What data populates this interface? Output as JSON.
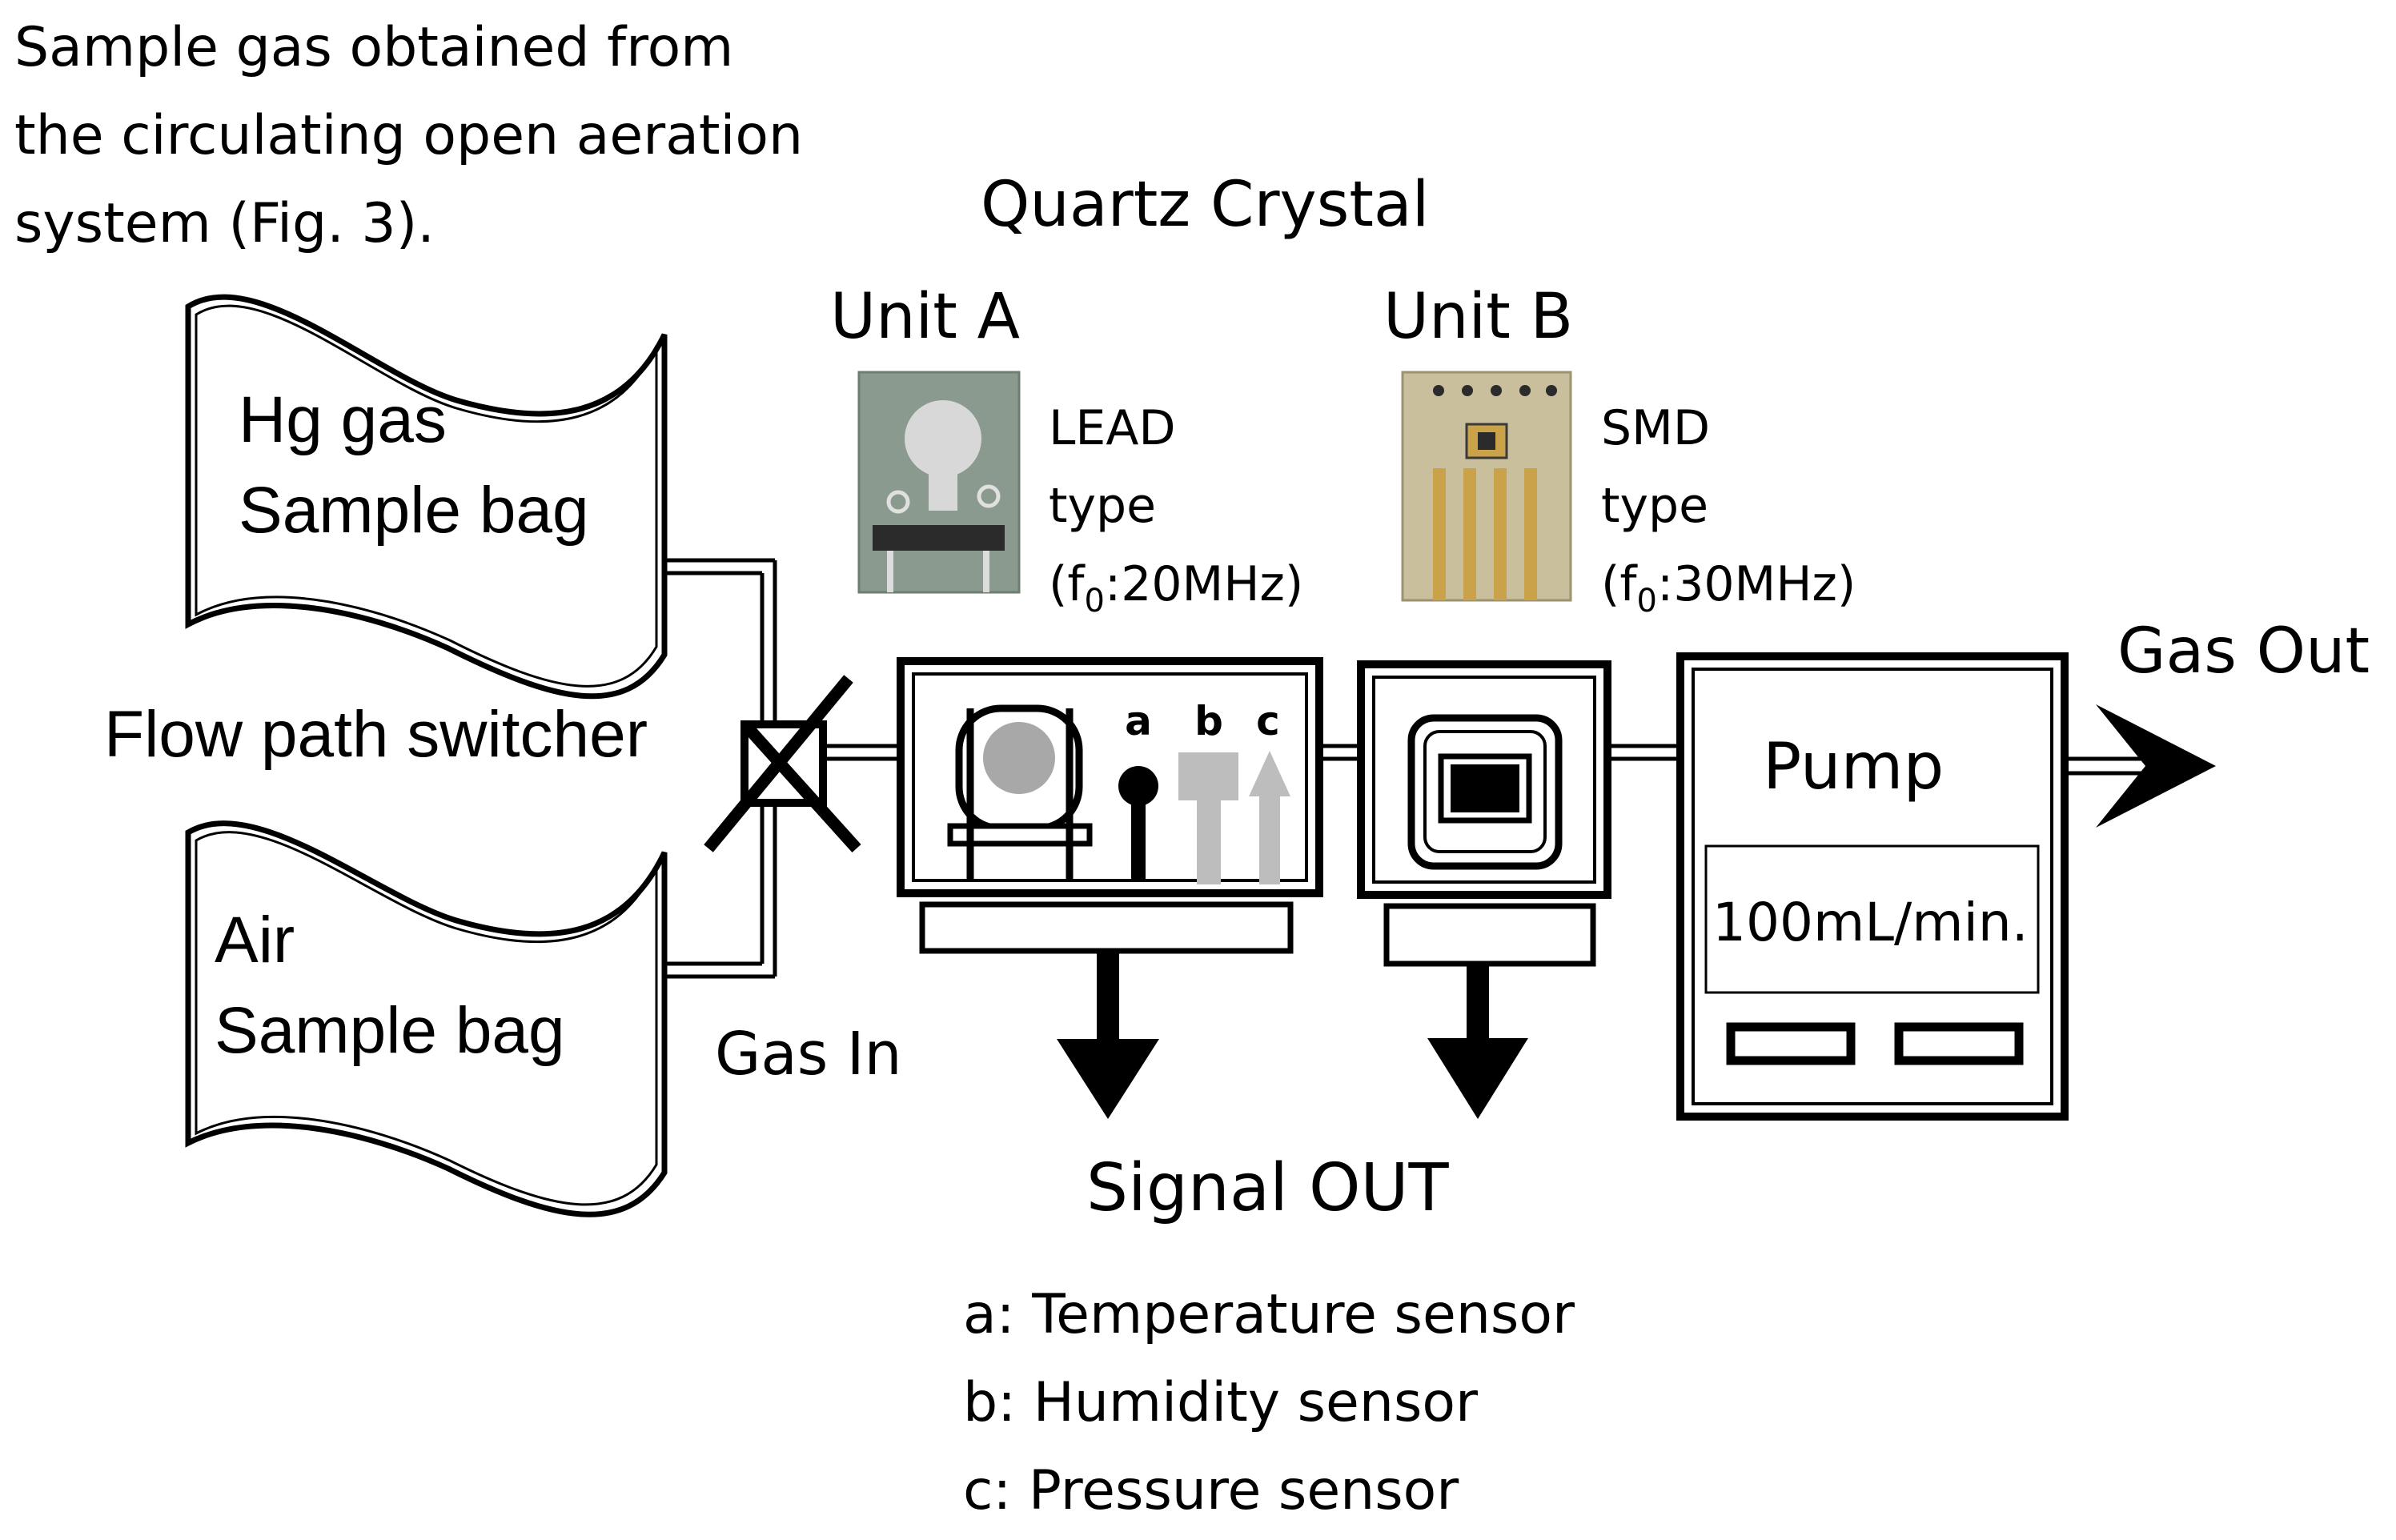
{
  "source_note": {
    "lines": [
      "Sample gas obtained from",
      "the circulating open aeration",
      "system (Fig. 3)."
    ]
  },
  "quartz_crystal_title": "Quartz Crystal",
  "unit_a": {
    "title": "Unit A",
    "type_line1": "LEAD",
    "type_line2": "type",
    "freq_prefix": "(f",
    "freq_sub": "0",
    "freq_suffix": ":20MHz)",
    "sensor_letters": [
      "a",
      "b",
      "c"
    ]
  },
  "unit_b": {
    "title": "Unit B",
    "type_line1": "SMD",
    "type_line2": "type",
    "freq_prefix": "(f",
    "freq_sub": "0",
    "freq_suffix": ":30MHz)"
  },
  "hg_bag": {
    "line1": "Hg gas",
    "line2": "Sample bag"
  },
  "air_bag": {
    "line1": "Air",
    "line2": "Sample bag"
  },
  "switcher_label": "Flow path switcher",
  "gas_in_label": "Gas In",
  "gas_out_label": "Gas Out",
  "pump": {
    "title": "Pump",
    "flow_rate": "100mL/min."
  },
  "signal_out_label": "Signal OUT",
  "legend": {
    "items": [
      "a: Temperature sensor",
      "b: Humidity sensor",
      "c: Pressure sensor"
    ]
  },
  "colors": {
    "line": "#000000",
    "sensor_gray": "#bdbdbd",
    "crystal_gray": "#a8a8a8",
    "photo_a_bg": "#8a9a8e",
    "photo_b_bg": "#c9bf9c",
    "gold": "#c9a24a"
  }
}
